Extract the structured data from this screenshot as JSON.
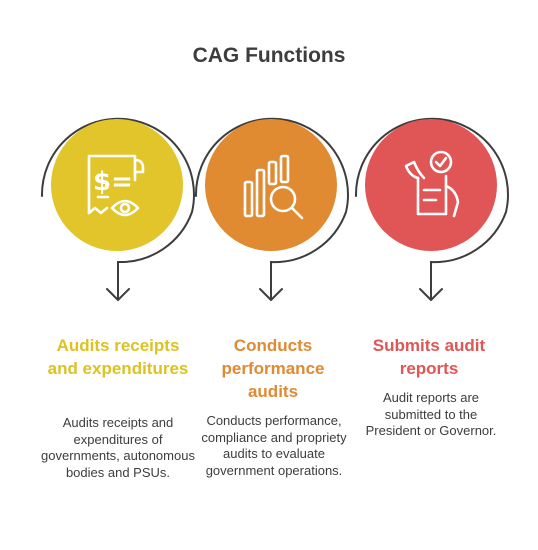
{
  "title": "CAG Functions",
  "steps": [
    {
      "heading": "Audits receipts and expenditures",
      "description": "Audits receipts and expenditures of governments, autonomous bodies and PSUs.",
      "color": "#e2c52a",
      "heading_color": "#dcc322",
      "icon": "receipt-eye-icon"
    },
    {
      "heading": "Conducts performance audits",
      "description": "Conducts performance, compliance and propriety audits to evaluate government operations.",
      "color": "#e08a32",
      "heading_color": "#e08a32",
      "icon": "bar-chart-magnifier-icon"
    },
    {
      "heading": "Submits audit reports",
      "description": "Audit reports are submitted to the President or Governor.",
      "color": "#e05555",
      "heading_color": "#e05555",
      "icon": "report-hands-icon"
    }
  ]
}
